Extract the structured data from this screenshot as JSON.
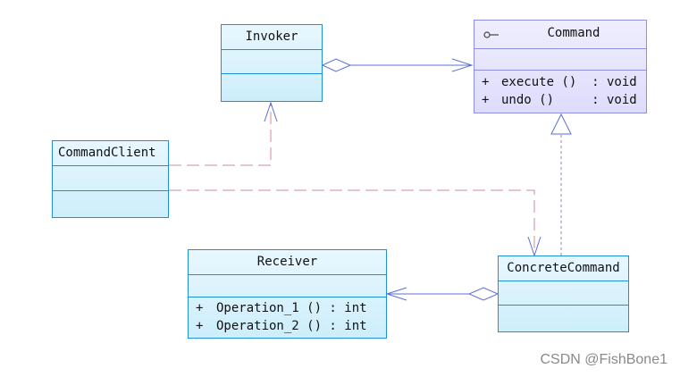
{
  "classes": {
    "invoker": {
      "name": "Invoker"
    },
    "command": {
      "name": "Command",
      "ops": [
        {
          "vis": "+",
          "text": "execute ()  : void"
        },
        {
          "vis": "+",
          "text": "undo ()     : void"
        }
      ]
    },
    "command_client": {
      "name": "CommandClient"
    },
    "receiver": {
      "name": "Receiver",
      "ops": [
        {
          "vis": "+",
          "text": "Operation_1 () : int"
        },
        {
          "vis": "+",
          "text": "Operation_2 () : int"
        }
      ]
    },
    "concrete_command": {
      "name": "ConcreteCommand"
    }
  },
  "icons": {
    "interface_marker": "interface-lollipop-icon"
  },
  "colors": {
    "class_border": "#1f8fd6",
    "interface_border": "#8f8fe0",
    "connector": "#5b6fd6"
  },
  "watermark": "CSDN @FishBone1"
}
